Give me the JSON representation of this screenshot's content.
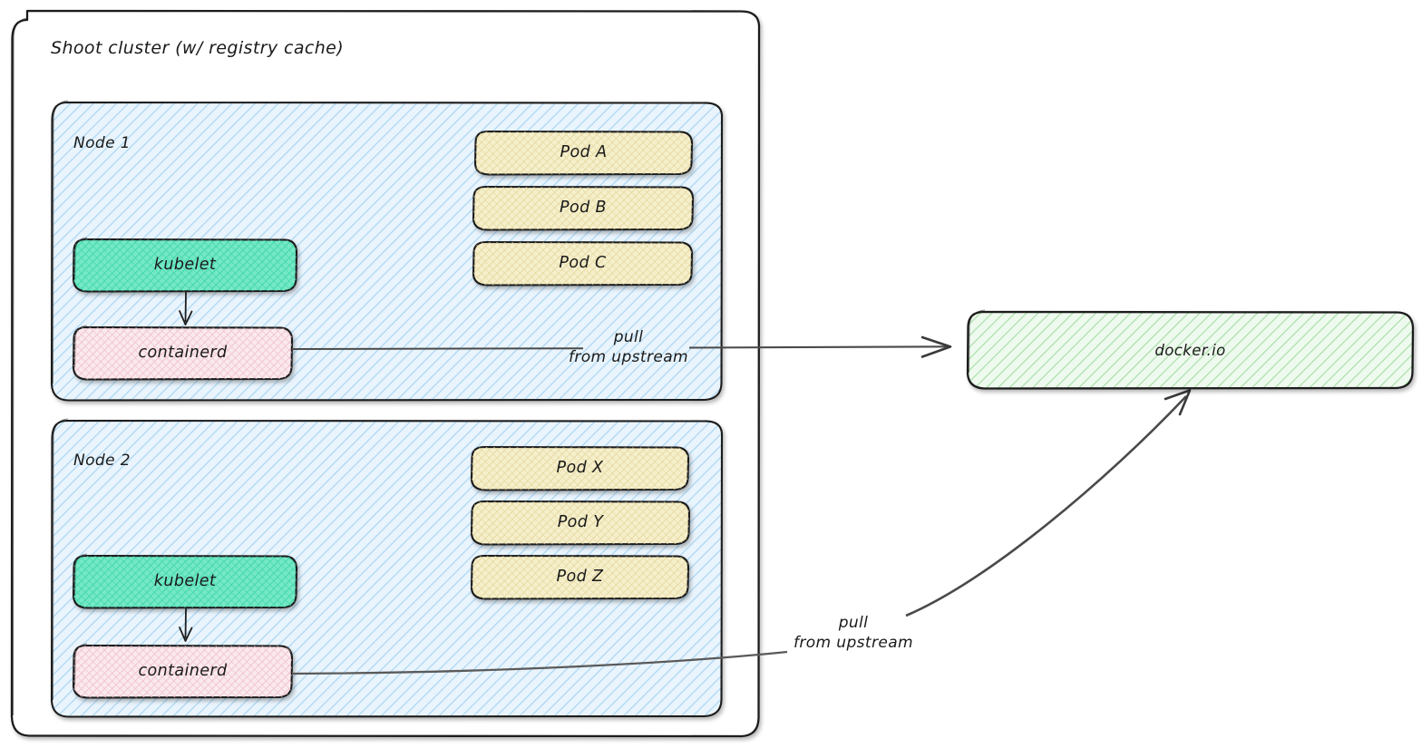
{
  "diagram": {
    "title": "Shoot cluster (w/ registry cache)",
    "background": "#ffffff",
    "stroke": "#1e1e1e",
    "edge_stroke": "#4d4d4d"
  },
  "cluster": {
    "label": "Shoot cluster (w/ registry cache)",
    "fill": "#ffffff",
    "stroke": "#1e1e1e"
  },
  "nodes": [
    {
      "label": "Node 1",
      "fill": "#dbeefc",
      "hatch": "#a8d4f0",
      "components": [
        {
          "label": "kubelet",
          "fill": "#6fe7c3",
          "hatch": "#3fd9ae"
        },
        {
          "label": "containerd",
          "fill": "#f7dde4",
          "hatch": "#f0c2cf"
        }
      ],
      "pods": [
        {
          "label": "Pod A",
          "fill": "#f4edc4",
          "hatch": "#e8dca0"
        },
        {
          "label": "Pod B",
          "fill": "#f4edc4",
          "hatch": "#e8dca0"
        },
        {
          "label": "Pod C",
          "fill": "#f4edc4",
          "hatch": "#e8dca0"
        }
      ]
    },
    {
      "label": "Node 2",
      "fill": "#dbeefc",
      "hatch": "#a8d4f0",
      "components": [
        {
          "label": "kubelet",
          "fill": "#6fe7c3",
          "hatch": "#3fd9ae"
        },
        {
          "label": "containerd",
          "fill": "#f7dde4",
          "hatch": "#f0c2cf"
        }
      ],
      "pods": [
        {
          "label": "Pod X",
          "fill": "#f4edc4",
          "hatch": "#e8dca0"
        },
        {
          "label": "Pod Y",
          "fill": "#f4edc4",
          "hatch": "#e8dca0"
        },
        {
          "label": "Pod Z",
          "fill": "#f4edc4",
          "hatch": "#e8dca0"
        }
      ]
    }
  ],
  "registry": {
    "label": "docker.io",
    "fill": "#e5f7e5",
    "hatch": "#9fdc9f"
  },
  "edges": [
    {
      "from": "node-1-containerd",
      "to": "registry",
      "label_line_1": "pull",
      "label_line_2": "from upstream"
    },
    {
      "from": "node-2-containerd",
      "to": "registry",
      "label_line_1": "pull",
      "label_line_2": "from upstream"
    },
    {
      "from": "node-1-kubelet",
      "to": "node-1-containerd",
      "label_line_1": "",
      "label_line_2": ""
    },
    {
      "from": "node-2-kubelet",
      "to": "node-2-containerd",
      "label_line_1": "",
      "label_line_2": ""
    }
  ]
}
